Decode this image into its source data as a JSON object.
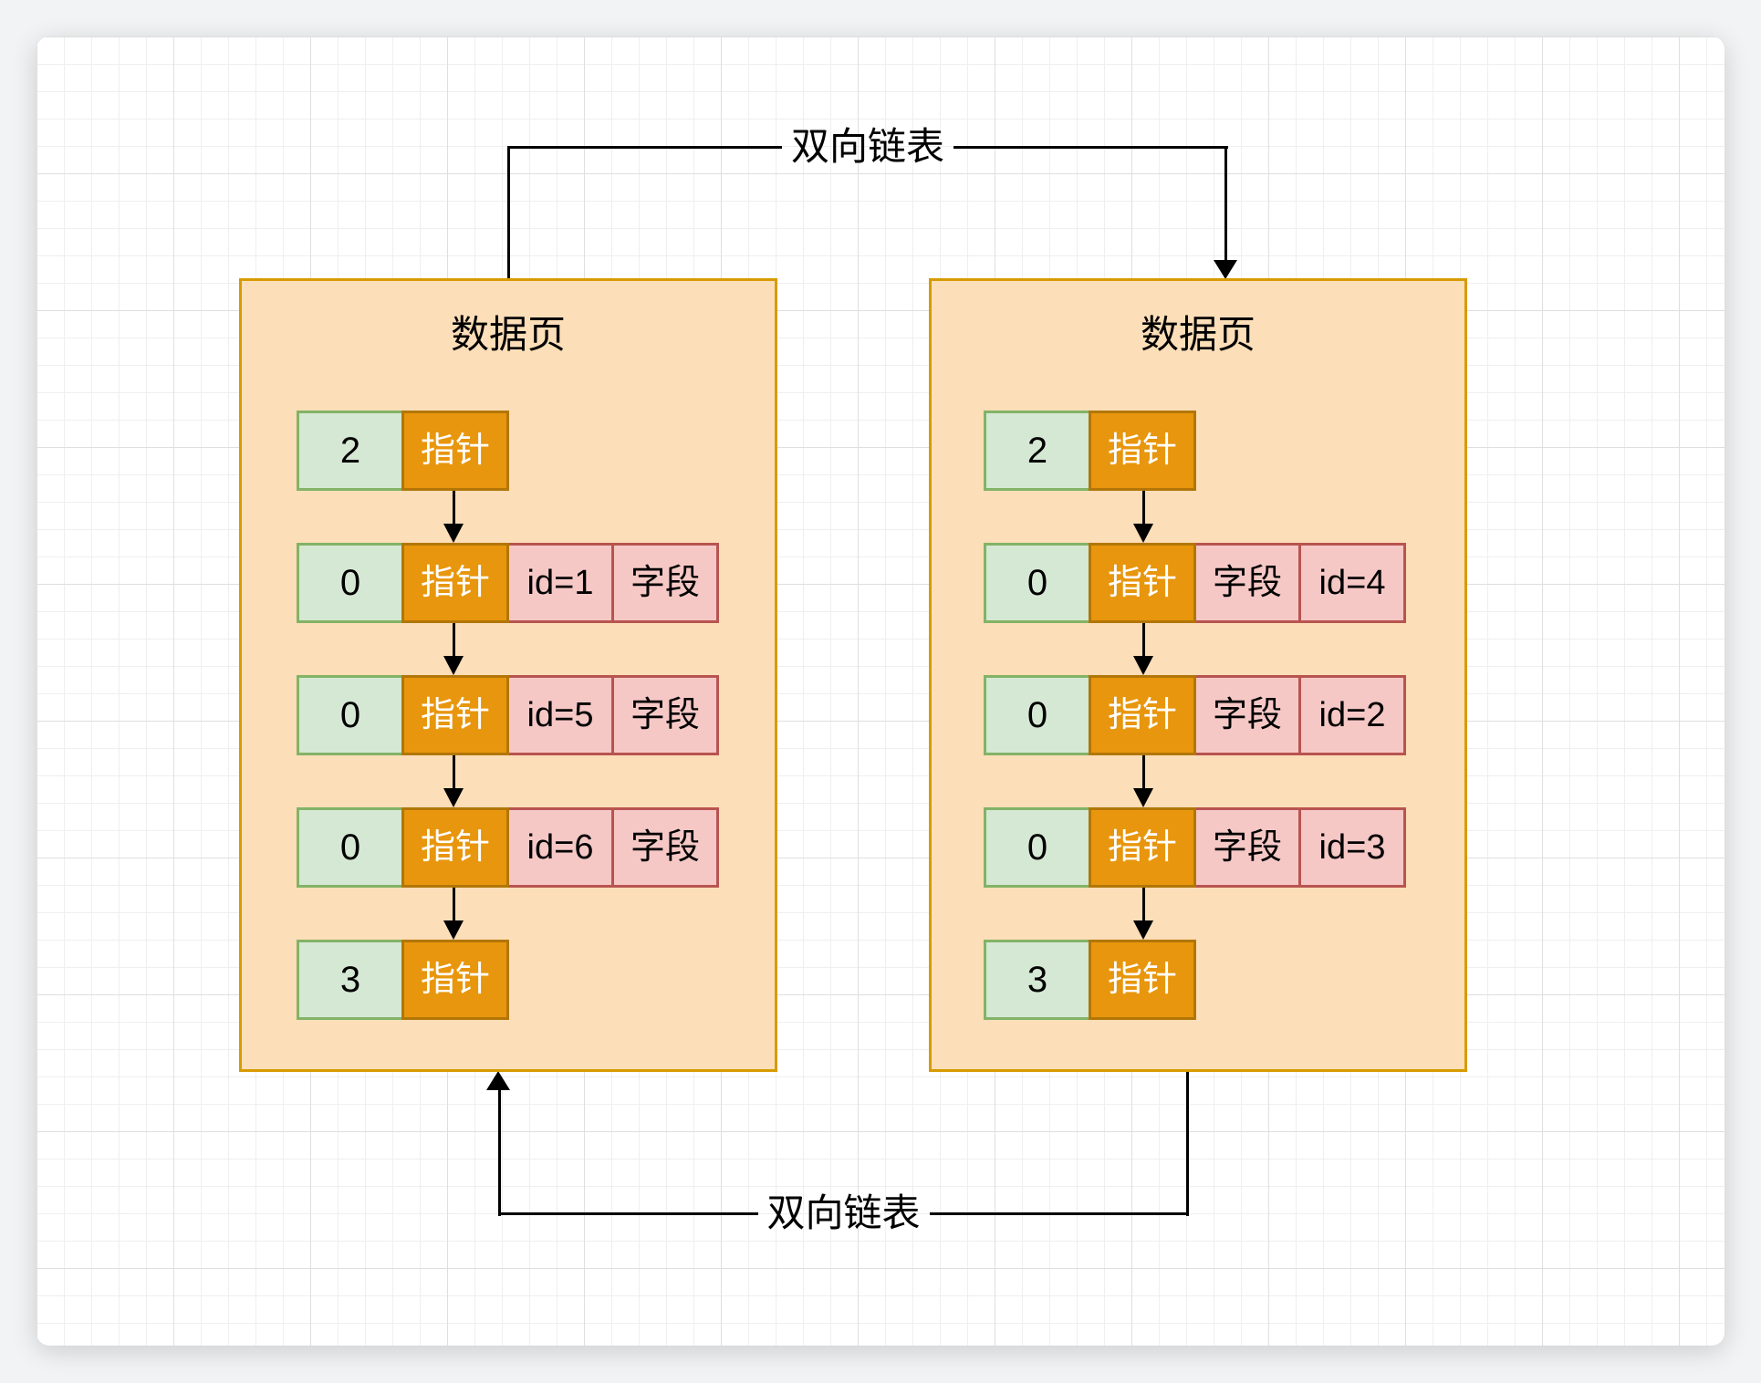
{
  "links": {
    "top_label": "双向链表",
    "bottom_label": "双向链表"
  },
  "pages": [
    {
      "title": "数据页",
      "rows": [
        {
          "cells": [
            {
              "kind": "count",
              "text": "2"
            },
            {
              "kind": "pointer",
              "text": "指针"
            }
          ]
        },
        {
          "cells": [
            {
              "kind": "count",
              "text": "0"
            },
            {
              "kind": "pointer",
              "text": "指针"
            },
            {
              "kind": "record",
              "text": "id=1"
            },
            {
              "kind": "record",
              "text": "字段"
            }
          ]
        },
        {
          "cells": [
            {
              "kind": "count",
              "text": "0"
            },
            {
              "kind": "pointer",
              "text": "指针"
            },
            {
              "kind": "record",
              "text": "id=5"
            },
            {
              "kind": "record",
              "text": "字段"
            }
          ]
        },
        {
          "cells": [
            {
              "kind": "count",
              "text": "0"
            },
            {
              "kind": "pointer",
              "text": "指针"
            },
            {
              "kind": "record",
              "text": "id=6"
            },
            {
              "kind": "record",
              "text": "字段"
            }
          ]
        },
        {
          "cells": [
            {
              "kind": "count",
              "text": "3"
            },
            {
              "kind": "pointer",
              "text": "指针"
            }
          ]
        }
      ]
    },
    {
      "title": "数据页",
      "rows": [
        {
          "cells": [
            {
              "kind": "count",
              "text": "2"
            },
            {
              "kind": "pointer",
              "text": "指针"
            }
          ]
        },
        {
          "cells": [
            {
              "kind": "count",
              "text": "0"
            },
            {
              "kind": "pointer",
              "text": "指针"
            },
            {
              "kind": "record",
              "text": "字段"
            },
            {
              "kind": "record",
              "text": "id=4"
            }
          ]
        },
        {
          "cells": [
            {
              "kind": "count",
              "text": "0"
            },
            {
              "kind": "pointer",
              "text": "指针"
            },
            {
              "kind": "record",
              "text": "字段"
            },
            {
              "kind": "record",
              "text": "id=2"
            }
          ]
        },
        {
          "cells": [
            {
              "kind": "count",
              "text": "0"
            },
            {
              "kind": "pointer",
              "text": "指针"
            },
            {
              "kind": "record",
              "text": "字段"
            },
            {
              "kind": "record",
              "text": "id=3"
            }
          ]
        },
        {
          "cells": [
            {
              "kind": "count",
              "text": "3"
            },
            {
              "kind": "pointer",
              "text": "指针"
            }
          ]
        }
      ]
    }
  ],
  "colors": {
    "page_fill": "#fcdeb8",
    "page_border": "#d79b00",
    "count_fill": "#d5e8d4",
    "count_border": "#82b366",
    "pointer_fill": "#e8960d",
    "pointer_border": "#b27607",
    "record_fill": "#f5c8c6",
    "record_border": "#b85450",
    "line_color": "#000000"
  }
}
